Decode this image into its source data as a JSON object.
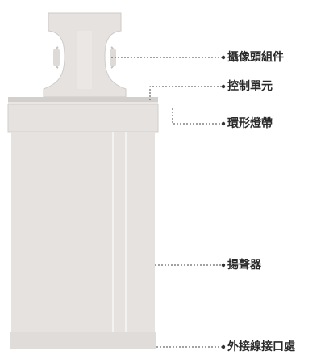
{
  "labels": {
    "camera": "攝像頭組件",
    "control": "控制單元",
    "light_ring": "環形燈帶",
    "speaker": "揚聲器",
    "port": "外接線接口處"
  },
  "colors": {
    "body": "#e6e2e0",
    "edge": "#c9c5c2",
    "line": "#444444"
  }
}
